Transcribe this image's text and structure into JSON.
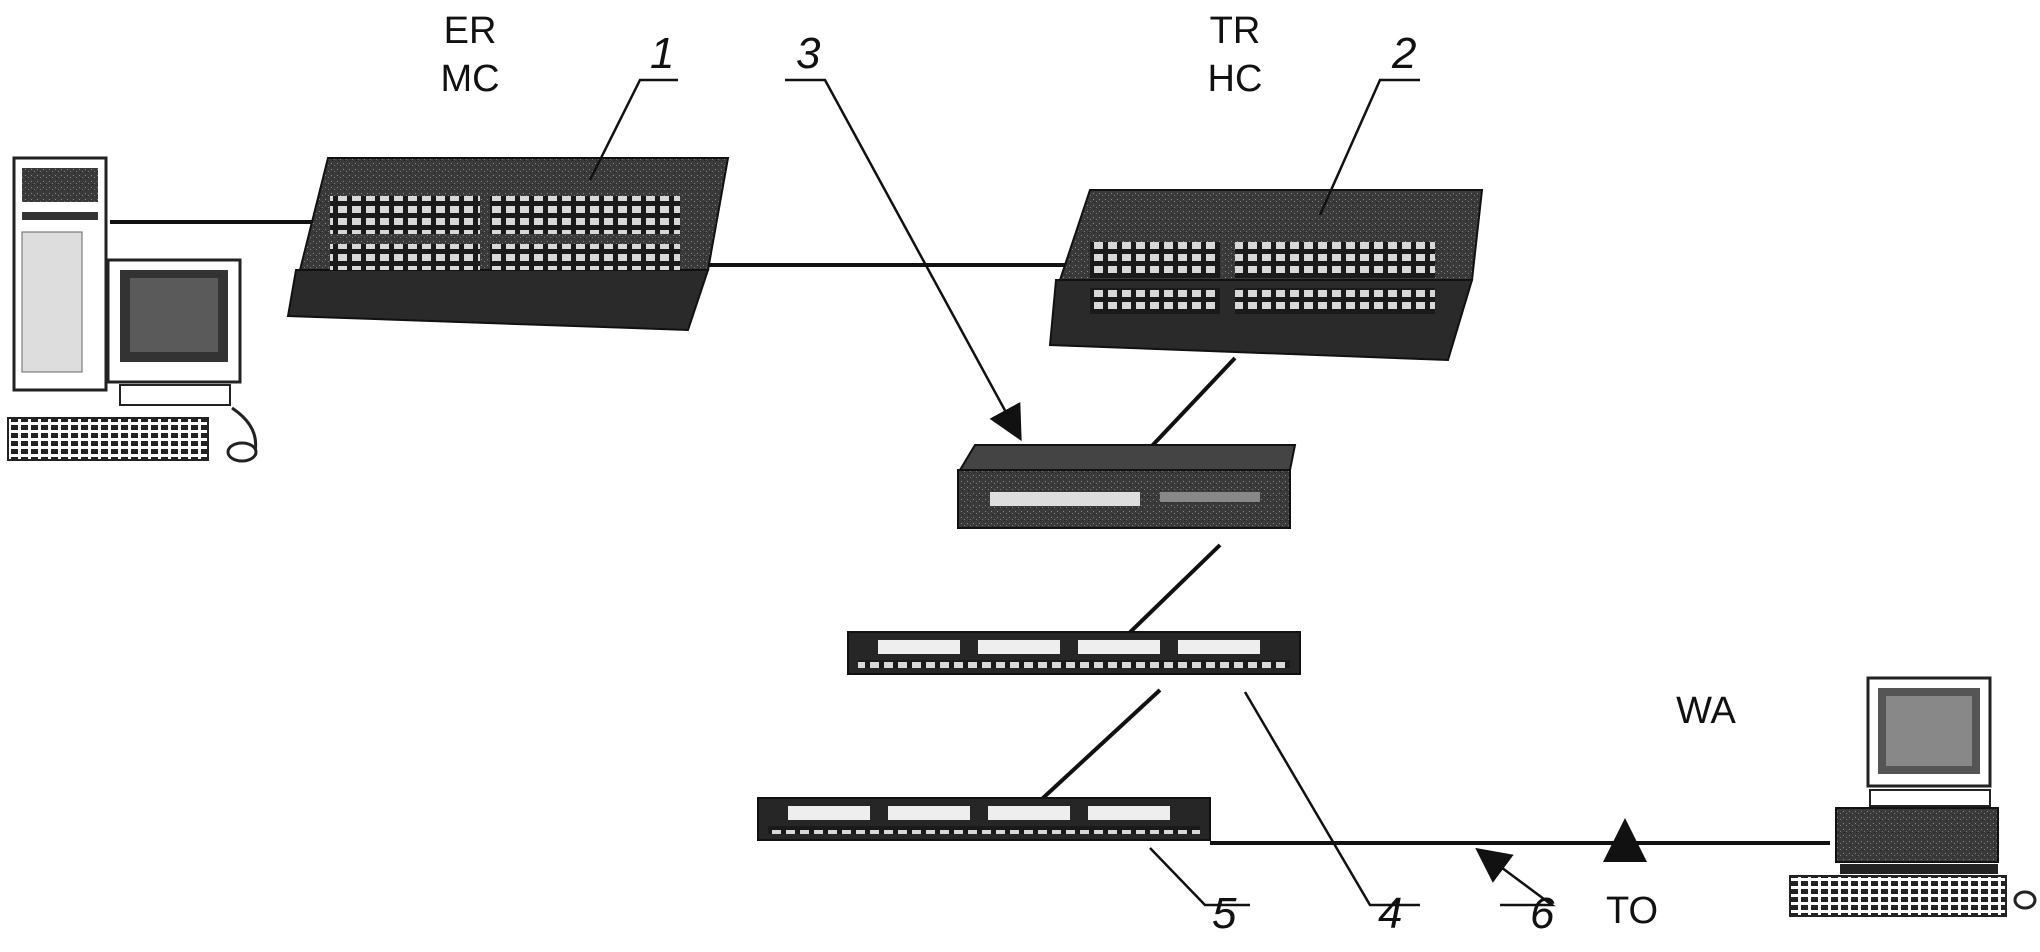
{
  "labels": {
    "er": "ER",
    "mc": "MC",
    "tr": "TR",
    "hc": "HC",
    "wa": "WA",
    "to": "TO"
  },
  "callouts": {
    "c1": "1",
    "c2": "2",
    "c3": "3",
    "c4": "4",
    "c5": "5",
    "c6": "6"
  },
  "components": [
    {
      "id": "main-cross-connect",
      "icon": "rack-switch-icon"
    },
    {
      "id": "horizontal-cross-connect",
      "icon": "rack-switch-icon"
    },
    {
      "id": "network-hub",
      "icon": "hub-icon"
    },
    {
      "id": "patch-panel-upper",
      "icon": "patch-panel-icon"
    },
    {
      "id": "patch-panel-lower",
      "icon": "patch-panel-icon"
    },
    {
      "id": "telecom-outlet",
      "icon": "triangle-outlet-icon"
    },
    {
      "id": "server-computer",
      "icon": "desktop-computer-icon"
    },
    {
      "id": "workstation-computer",
      "icon": "desktop-computer-icon"
    }
  ]
}
